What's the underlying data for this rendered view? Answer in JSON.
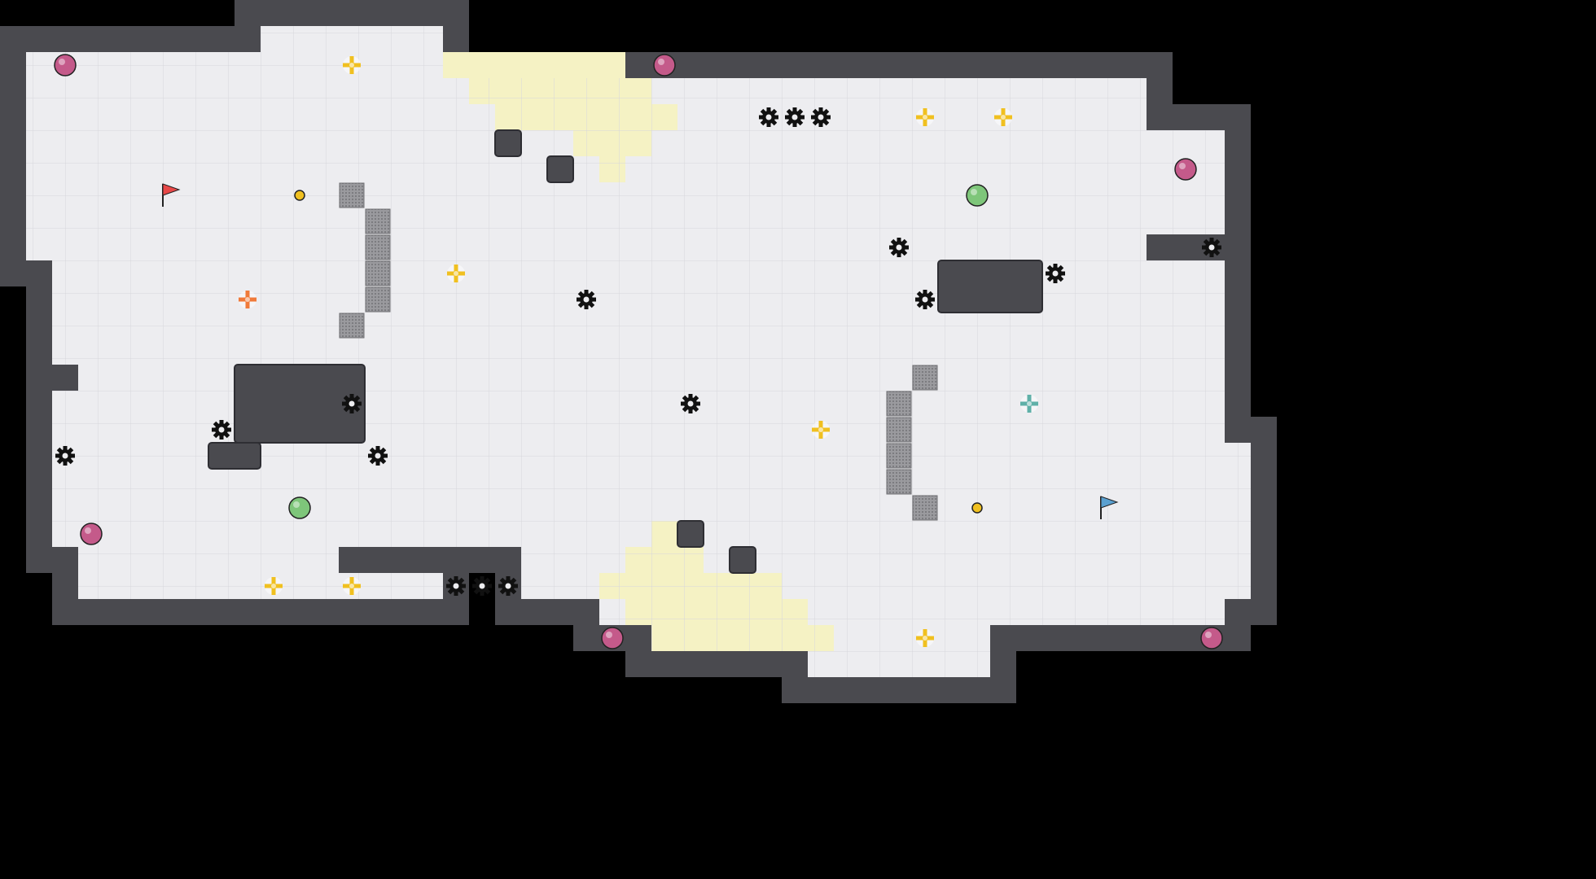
{
  "colors": {
    "background": "#000000",
    "wall": "#4a4a4f",
    "wall_edge": "#2e2e33",
    "floor": "#ededf0",
    "grid_line": "#d6d6db",
    "cream": "#f5f2c4",
    "block": "#8f8f93",
    "gear": "#111111",
    "gold": "#f0c020",
    "orange": "#f07a3a",
    "teal": "#5fb0a8",
    "pink": "#c45a8a",
    "green": "#7ec67a",
    "red_flag": "#e84848",
    "blue_flag": "#5aa0d0"
  },
  "grid": {
    "cols": 49,
    "rows": 27
  },
  "floor_regions": [
    [
      1,
      2,
      5,
      1
    ],
    [
      10,
      1,
      7,
      1
    ],
    [
      6,
      2,
      11,
      1
    ],
    [
      1,
      3,
      2,
      7
    ],
    [
      1,
      3,
      43,
      7
    ],
    [
      3,
      5,
      44,
      4
    ],
    [
      2,
      10,
      45,
      4
    ],
    [
      3,
      14,
      44,
      3
    ],
    [
      2,
      15,
      45,
      6
    ],
    [
      2,
      17,
      46,
      4
    ],
    [
      3,
      21,
      10,
      2
    ],
    [
      10,
      22,
      7,
      1
    ],
    [
      20,
      21,
      28,
      2
    ],
    [
      23,
      23,
      24,
      1
    ],
    [
      25,
      24,
      13,
      1
    ],
    [
      31,
      25,
      7,
      1
    ],
    [
      43,
      23,
      4,
      1
    ]
  ],
  "cream_regions": [
    [
      17,
      2,
      7,
      1
    ],
    [
      18,
      3,
      7,
      1
    ],
    [
      19,
      4,
      7,
      1
    ],
    [
      22,
      5,
      3,
      1
    ],
    [
      23,
      6,
      1,
      1
    ],
    [
      25,
      20,
      1,
      1
    ],
    [
      24,
      21,
      3,
      1
    ],
    [
      23,
      22,
      7,
      1
    ],
    [
      24,
      23,
      7,
      1
    ],
    [
      25,
      24,
      7,
      1
    ]
  ],
  "wall_islands": [
    [
      9,
      14,
      5,
      3
    ],
    [
      8,
      17,
      2,
      1
    ],
    [
      36,
      10,
      4,
      2
    ],
    [
      19,
      5,
      1,
      1
    ],
    [
      21,
      6,
      1,
      1
    ],
    [
      26,
      20,
      1,
      1
    ],
    [
      28,
      21,
      1,
      1
    ]
  ],
  "blocks": [
    [
      13,
      7
    ],
    [
      14,
      8
    ],
    [
      14,
      9
    ],
    [
      14,
      10
    ],
    [
      14,
      11
    ],
    [
      13,
      12
    ],
    [
      35,
      14
    ],
    [
      34,
      15
    ],
    [
      34,
      16
    ],
    [
      34,
      17
    ],
    [
      34,
      18
    ],
    [
      35,
      19
    ]
  ],
  "gears": [
    [
      29,
      4
    ],
    [
      30,
      4
    ],
    [
      31,
      4
    ],
    [
      34,
      9
    ],
    [
      40,
      10
    ],
    [
      35,
      11
    ],
    [
      46,
      9
    ],
    [
      22,
      11
    ],
    [
      26,
      15
    ],
    [
      13,
      15
    ],
    [
      8,
      16
    ],
    [
      14,
      17
    ],
    [
      2,
      17
    ],
    [
      17,
      22
    ],
    [
      18,
      22
    ],
    [
      19,
      22
    ]
  ],
  "plus_gold": [
    [
      13,
      2
    ],
    [
      35,
      4
    ],
    [
      38,
      4
    ],
    [
      17,
      10
    ],
    [
      31,
      16
    ],
    [
      10,
      22
    ],
    [
      13,
      22
    ],
    [
      35,
      24
    ]
  ],
  "plus_orange": [
    [
      9,
      11
    ]
  ],
  "plus_teal": [
    [
      39,
      15
    ]
  ],
  "pink_orbs": [
    [
      2,
      2
    ],
    [
      25,
      2
    ],
    [
      45,
      6
    ],
    [
      3,
      20
    ],
    [
      23,
      24
    ],
    [
      46,
      24
    ]
  ],
  "green_orbs": [
    [
      37,
      7
    ],
    [
      11,
      19
    ]
  ],
  "coins": [
    [
      11,
      7
    ],
    [
      37,
      19
    ]
  ],
  "flag_red": [
    6,
    7
  ],
  "flag_blue": [
    42,
    19
  ]
}
